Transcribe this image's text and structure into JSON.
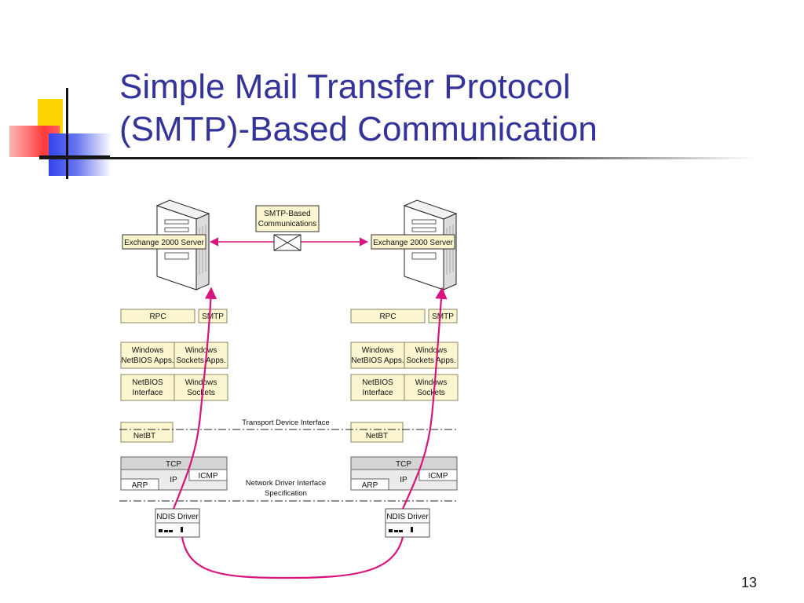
{
  "slide": {
    "title_line1": "Simple Mail Transfer Protocol",
    "title_line2": "(SMTP)-Based Communication",
    "page_number": "13"
  },
  "diagram": {
    "center_label_line1": "SMTP-Based",
    "center_label_line2": "Communications",
    "left_server": "Exchange 2000 Server",
    "right_server": "Exchange 2000 Server",
    "rpc": "RPC",
    "smtp": "SMTP",
    "netbios_apps_line1": "Windows",
    "netbios_apps_line2": "NetBIOS Apps.",
    "sockets_apps_line1": "Windows",
    "sockets_apps_line2": "Sockets Apps.",
    "netbios_interface_line1": "NetBIOS",
    "netbios_interface_line2": "Interface",
    "windows_sockets_line1": "Windows",
    "windows_sockets_line2": "Sockets",
    "tdi_label": "Transport Device Interface",
    "netbt": "NetBT",
    "tcp": "TCP",
    "ip": "IP",
    "icmp": "ICMP",
    "arp": "ARP",
    "ndis_spec_line1": "Network Driver Interface",
    "ndis_spec_line2": "Specification",
    "ndis_driver": "NDIS Driver",
    "colors": {
      "box_fill": "#fbf5d0",
      "box_stroke": "#8a8460",
      "tcp_fill": "#d4d4d4",
      "ip_fill": "#ebebeb",
      "link_color": "#d6157f"
    }
  }
}
